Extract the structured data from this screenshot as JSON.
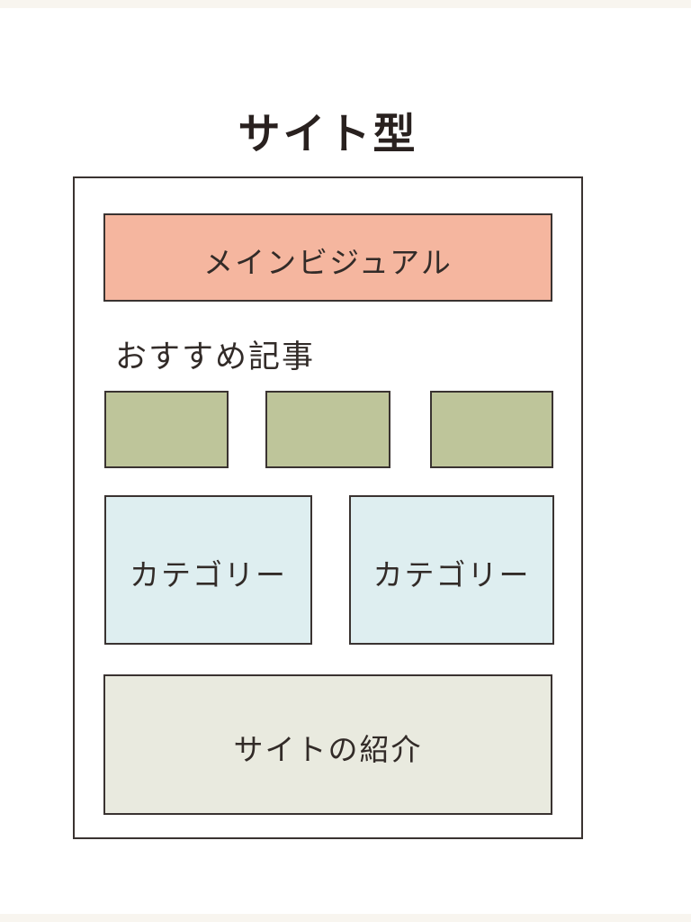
{
  "title": "サイト型",
  "colors": {
    "page-bg": "#f8f5ef",
    "card-bg": "#ffffff",
    "border": "#3a3331",
    "title-text": "#29211f",
    "label-text": "#322b28",
    "main-visual": "#f5b69f",
    "thumbnail": "#bec59a",
    "category": "#deeef0",
    "site-intro": "#e9eadf"
  },
  "wireframe": {
    "main_visual_label": "メインビジュアル",
    "recommended_heading": "おすすめ記事",
    "recommended_thumbnail_count": 3,
    "category_labels": [
      "カテゴリー",
      "カテゴリー"
    ],
    "site_intro_label": "サイトの紹介"
  }
}
